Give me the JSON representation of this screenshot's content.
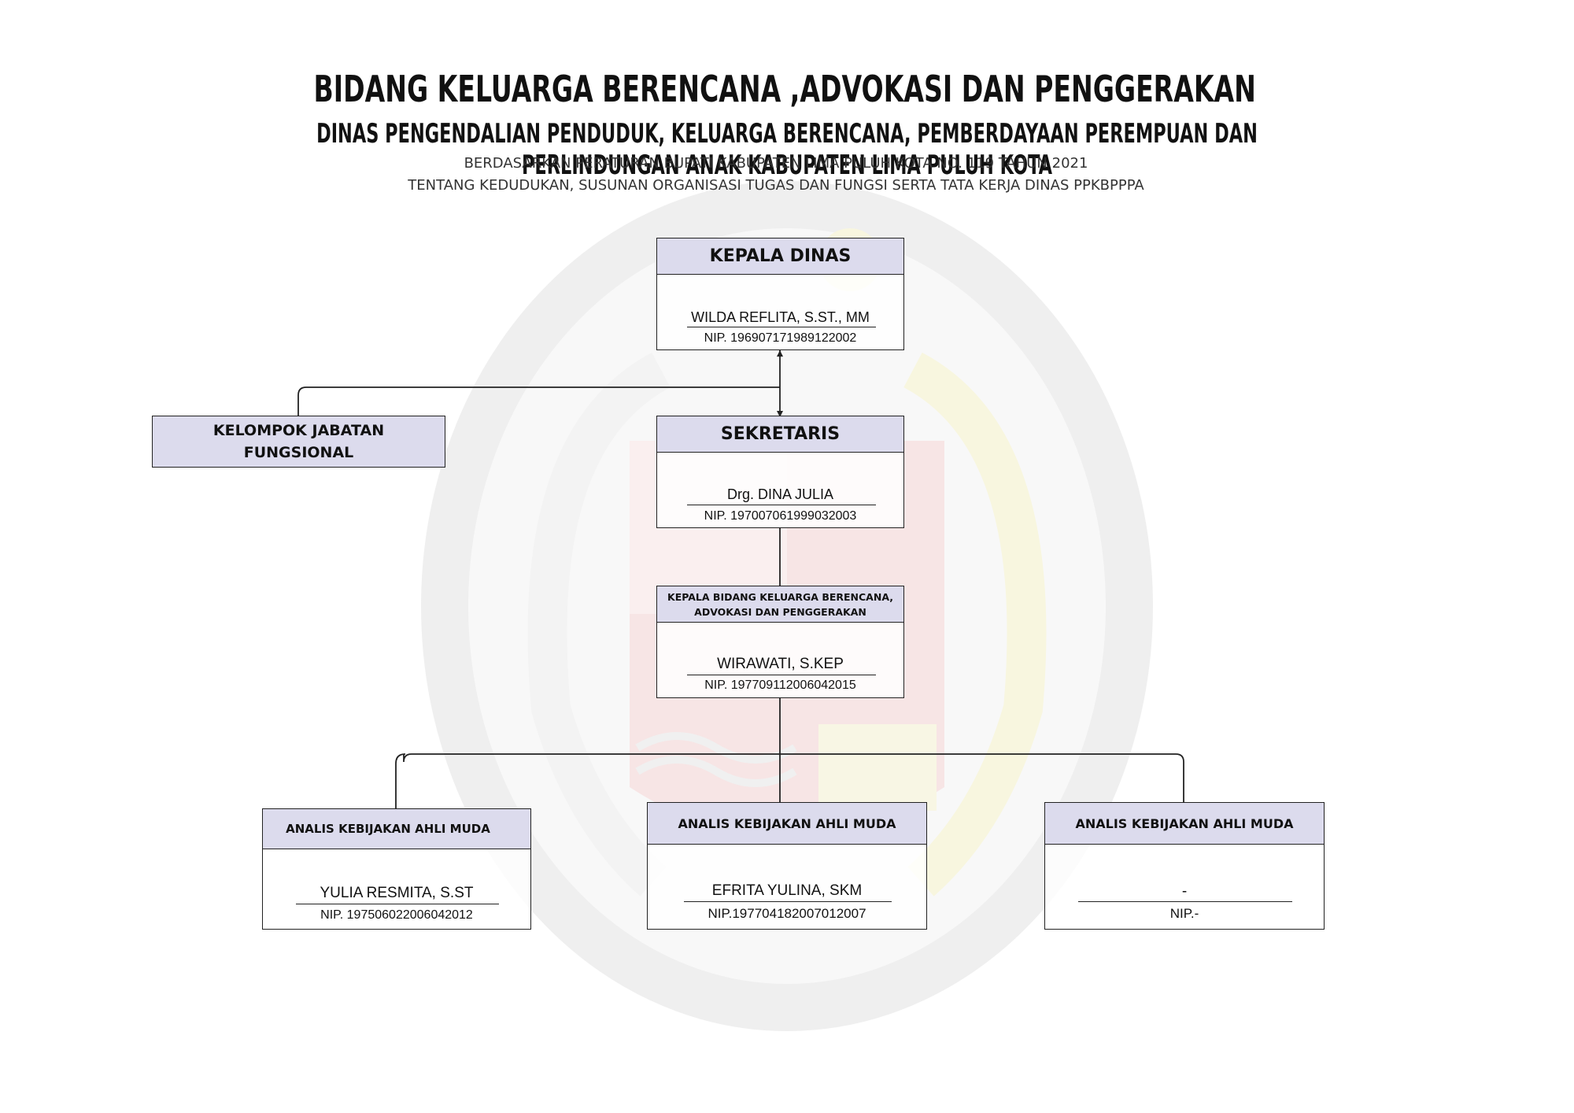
{
  "header": {
    "title": "BIDANG KELUARGA BERENCANA ,ADVOKASI DAN PENGGERAKAN",
    "subtitle": "DINAS PENGENDALIAN PENDUDUK, KELUARGA BERENCANA, PEMBERDAYAAN PEREMPUAN DAN PERLINDUNGAN ANAK KABUPATEN LIMA PULUH KOTA",
    "basis_line1": "BERDASARKAN PERATURAN BUPATI KABUPATEN LIMA PULUH KOTA NO. 119 TAHUN 2021",
    "basis_line2": "TENTANG KEDUDUKAN, SUSUNAN ORGANISASI TUGAS DAN FUNGSI SERTA TATA KERJA DINAS PPKBPPPA"
  },
  "org": {
    "kepala_dinas": {
      "title": "KEPALA DINAS",
      "name": "WILDA REFLITA, S.ST., MM",
      "nip": "NIP. 196907171989122002"
    },
    "fungsional": {
      "title_line1": "KELOMPOK JABATAN",
      "title_line2": "FUNGSIONAL"
    },
    "sekretaris": {
      "title": "SEKRETARIS",
      "name": "Drg. DINA JULIA",
      "nip": "NIP. 197007061999032003"
    },
    "kabid": {
      "title_line1": "KEPALA BIDANG KELUARGA BERENCANA,",
      "title_line2": "ADVOKASI DAN PENGGERAKAN",
      "name": "WIRAWATI, S.KEP",
      "nip": "NIP. 197709112006042015"
    },
    "analis": [
      {
        "title": "ANALIS KEBIJAKAN AHLI MUDA",
        "name": "YULIA RESMITA, S.ST",
        "nip": "NIP. 197506022006042012"
      },
      {
        "title": "ANALIS KEBIJAKAN AHLI MUDA",
        "name": "EFRITA YULINA, SKM",
        "nip": "NIP.197704182007012007"
      },
      {
        "title": "ANALIS KEBIJAKAN AHLI MUDA",
        "name": "-",
        "nip": "NIP.-"
      }
    ]
  },
  "colors": {
    "header_fill": "#dcdbed",
    "border": "#222222",
    "watermark_red": "#e9b9b9",
    "watermark_yellow": "#f3efc6",
    "watermark_gray": "#e4e4e4"
  }
}
